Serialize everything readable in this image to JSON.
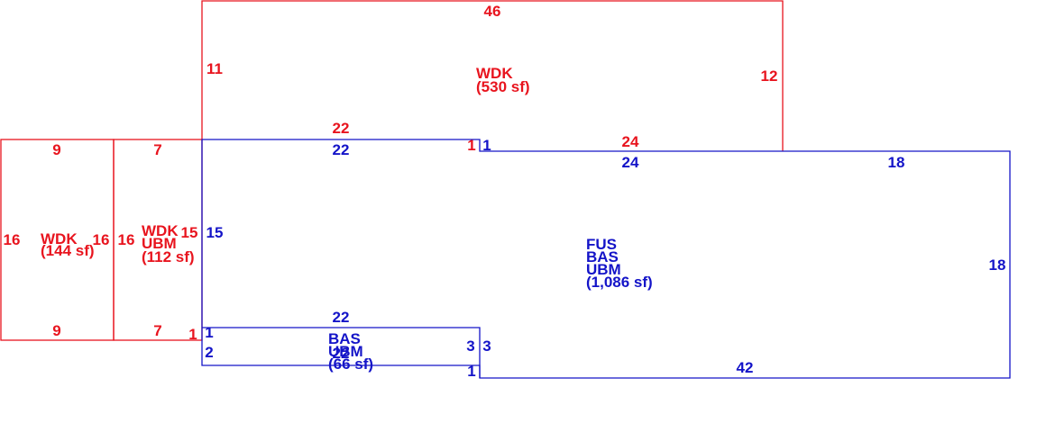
{
  "colors": {
    "red": "#e8141e",
    "blue": "#1414c8"
  },
  "sketch": {
    "dimensions": {
      "wdk_top_top": "46",
      "wdk_top_left": "11",
      "wdk_top_right": "12",
      "wdk_top_bottom_left": "22",
      "wdk_top_bottom_step": "1",
      "wdk_top_bottom_right": "24",
      "wdk_left_top": "9",
      "wdk_left_bottom": "9",
      "wdk_left_left": "16",
      "wdk_left_right": "16",
      "wdk_mid_top": "7",
      "wdk_mid_bottom": "7",
      "wdk_mid_left": "16",
      "wdk_mid_right": "15",
      "wdk_mid_bottom_step": "1",
      "fus_top_left": "22",
      "fus_top_step": "1",
      "fus_top_right_a": "24",
      "fus_top_right_b": "18",
      "fus_right": "18",
      "fus_bottom": "42",
      "fus_left": "15",
      "fus_inner_22": "22",
      "bas_small_left_1": "1",
      "bas_small_left_2": "2",
      "bas_small_right_3a": "3",
      "bas_small_right_3b": "3",
      "bas_small_bottom_1": "1",
      "bas_small_overlap_22": "22"
    },
    "areas": {
      "wdk_top": {
        "lines": [
          "WDK",
          "(530 sf)"
        ]
      },
      "wdk_left": {
        "lines": [
          "WDK",
          "(144 sf)"
        ]
      },
      "wdk_mid": {
        "lines": [
          "WDK",
          "UBM",
          "(112 sf)"
        ]
      },
      "fus_main": {
        "lines": [
          "FUS",
          "BAS",
          "UBM",
          "(1,086 sf)"
        ]
      },
      "bas_small": {
        "lines": [
          "BAS",
          "UBM",
          "(66 sf)"
        ]
      }
    }
  }
}
